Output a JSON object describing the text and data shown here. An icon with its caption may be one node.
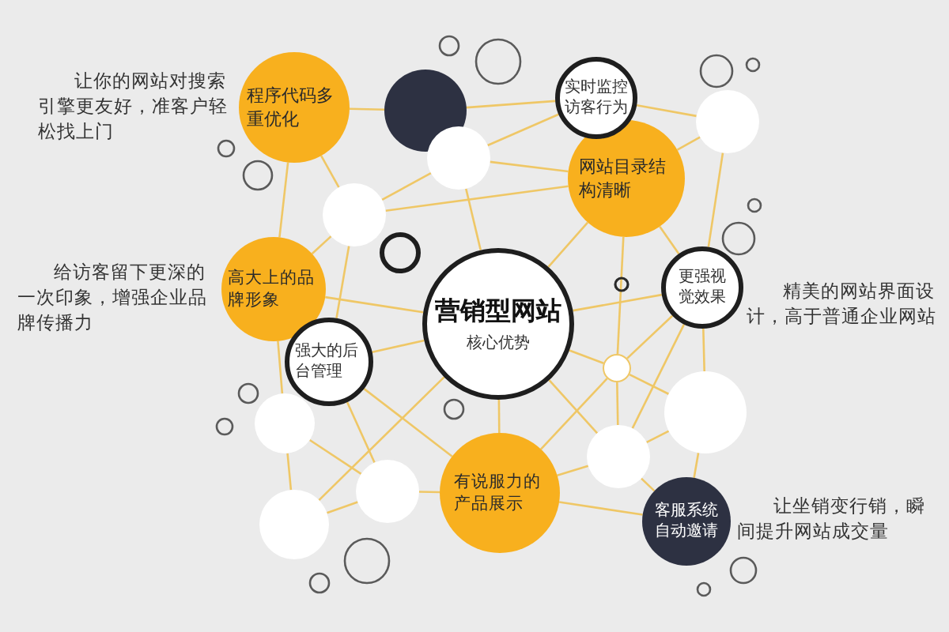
{
  "diagram": {
    "nodes": [
      {
        "text": [
          "程序代码多重优化"
        ],
        "beside": [
          "让你的网站对搜索引擎更友好，准客户轻松找上门"
        ]
      },
      {
        "text": [],
        "shape": "circle"
      },
      {
        "text": [
          "实时监控访客行为"
        ]
      },
      {
        "text": [],
        "shape": "circle"
      },
      {
        "text": [],
        "shape": "circle"
      },
      {
        "text": [
          "网站目录结构清晰"
        ]
      },
      {
        "text": [],
        "shape": "circle"
      },
      {
        "text": [],
        "shape": "circle"
      },
      {
        "text": [
          "高大上的品牌形象"
        ],
        "beside": [
          "给访客留下更深的一次印象，增强企业品牌传播力"
        ]
      },
      {
        "text": [
          "更强视觉效果"
        ],
        "beside": [
          "精美的网站界面设计，高于普通企业网站"
        ]
      },
      {
        "text": [
          "营销型网站",
          "核心优势"
        ]
      },
      {
        "text": [
          "强大的后台管理"
        ]
      },
      {
        "text": [],
        "shape": "circle"
      },
      {
        "text": [],
        "shape": "circle"
      },
      {
        "text": [],
        "shape": "circle"
      },
      {
        "text": [],
        "shape": "circle"
      },
      {
        "text": [],
        "shape": "circle"
      },
      {
        "text": [
          "有说服力的产品展示"
        ]
      },
      {
        "text": [],
        "shape": "circle"
      },
      {
        "text": [
          "客服系统自动邀请"
        ],
        "beside": [
          "让坐销变行销，瞬间提升网站成交量"
        ]
      }
    ],
    "edges": [
      {
        "from": 0,
        "to": 1,
        "arrow": "none"
      },
      {
        "from": 0,
        "to": 6,
        "arrow": "none"
      },
      {
        "from": 0,
        "to": 8,
        "arrow": "none"
      },
      {
        "from": 1,
        "to": 2,
        "arrow": "none"
      },
      {
        "from": 4,
        "to": 2,
        "arrow": "none"
      },
      {
        "from": 4,
        "to": 5,
        "arrow": "none"
      },
      {
        "from": 4,
        "to": 6,
        "arrow": "none"
      },
      {
        "from": 4,
        "to": 10,
        "arrow": "none"
      },
      {
        "from": 6,
        "to": 8,
        "arrow": "none"
      },
      {
        "from": 6,
        "to": 5,
        "arrow": "none"
      },
      {
        "from": 6,
        "to": 11,
        "arrow": "none"
      },
      {
        "from": 2,
        "to": 3,
        "arrow": "none"
      },
      {
        "from": 5,
        "to": 3,
        "arrow": "none"
      },
      {
        "from": 3,
        "to": 9,
        "arrow": "none"
      },
      {
        "from": 5,
        "to": 9,
        "arrow": "none"
      },
      {
        "from": 5,
        "to": 10,
        "arrow": "none"
      },
      {
        "from": 5,
        "to": 12,
        "arrow": "none"
      },
      {
        "from": 10,
        "to": 9,
        "arrow": "none"
      },
      {
        "from": 10,
        "to": 12,
        "arrow": "none"
      },
      {
        "from": 10,
        "to": 17,
        "arrow": "none"
      },
      {
        "from": 11,
        "to": 10,
        "arrow": "none"
      },
      {
        "from": 8,
        "to": 10,
        "arrow": "none"
      },
      {
        "from": 8,
        "to": 14,
        "arrow": "none"
      },
      {
        "from": 9,
        "to": 12,
        "arrow": "none"
      },
      {
        "from": 9,
        "to": 13,
        "arrow": "none"
      },
      {
        "from": 9,
        "to": 15,
        "arrow": "none"
      },
      {
        "from": 12,
        "to": 15,
        "arrow": "none"
      },
      {
        "from": 12,
        "to": 13,
        "arrow": "none"
      },
      {
        "from": 12,
        "to": 17,
        "arrow": "none"
      },
      {
        "from": 10,
        "to": 15,
        "arrow": "none"
      },
      {
        "from": 15,
        "to": 13,
        "arrow": "none"
      },
      {
        "from": 15,
        "to": 17,
        "arrow": "none"
      },
      {
        "from": 15,
        "to": 19,
        "arrow": "none"
      },
      {
        "from": 13,
        "to": 19,
        "arrow": "none"
      },
      {
        "from": 17,
        "to": 19,
        "arrow": "none"
      },
      {
        "from": 11,
        "to": 16,
        "arrow": "none"
      },
      {
        "from": 11,
        "to": 17,
        "arrow": "none"
      },
      {
        "from": 14,
        "to": 18,
        "arrow": "none"
      },
      {
        "from": 14,
        "to": 16,
        "arrow": "none"
      },
      {
        "from": 18,
        "to": 16,
        "arrow": "none"
      },
      {
        "from": 18,
        "to": 10,
        "arrow": "none"
      },
      {
        "from": 16,
        "to": 17,
        "arrow": "none"
      }
    ]
  }
}
